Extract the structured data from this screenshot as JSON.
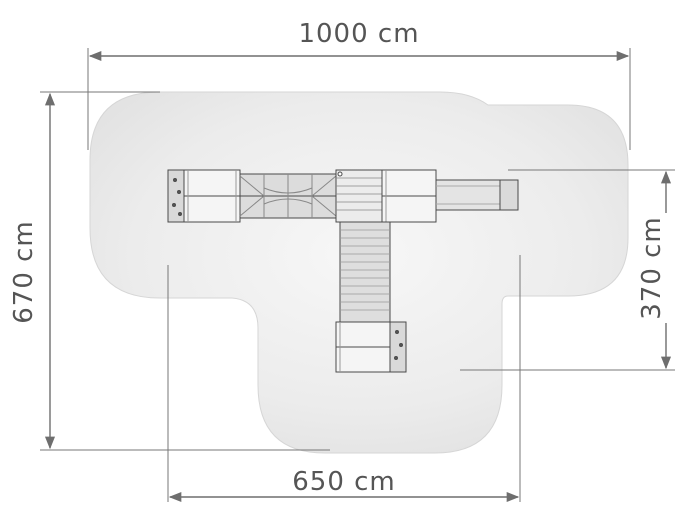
{
  "dimensions": {
    "top_width": "1000 cm",
    "left_height": "670 cm",
    "right_height": "370 cm",
    "bottom_width": "650 cm"
  },
  "colors": {
    "safety_zone_fill": "#ebebeb",
    "safety_zone_edge": "#d8d8d8",
    "dimension_line": "#6e6e6e",
    "dimension_text": "#555555",
    "structure_stroke": "#4a4a4a",
    "platform_fill": "#f4f4f4",
    "ramp_fill": "#e2e2e2"
  },
  "icons": {
    "arrow": "arrowhead",
    "structure": "playground-equipment-topview"
  }
}
